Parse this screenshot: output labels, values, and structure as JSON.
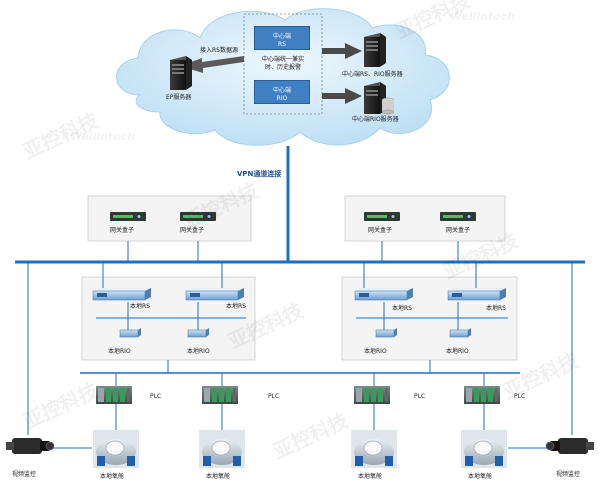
{
  "cloud": {
    "center_box_1": "中心端\nRS",
    "center_box_2": "中心端\nRIO",
    "center_label": "中心端统一兼实\n时、历史报警",
    "access_label": "接入RS数据源",
    "ep_server_label": "EP服务器",
    "rs_rio_server_label": "中心端RS、RIO服务器",
    "rio_server_label": "中心端RIO服务器"
  },
  "vpn_label": "VPN通道连接",
  "gateway_label": "网关盒子",
  "local_rs_label": "本地RS",
  "local_rio_label": "本地RIO",
  "plc_label": "PLC",
  "vessel_label": "本地氧舱",
  "video_label": "视频监控",
  "watermark": {
    "cn": "亚控科技",
    "en": "Wellintech"
  },
  "colors": {
    "accent_blue": "#1e6fc0",
    "cloud": "#d6ebf8",
    "box_blue": "#3f7fc2"
  }
}
